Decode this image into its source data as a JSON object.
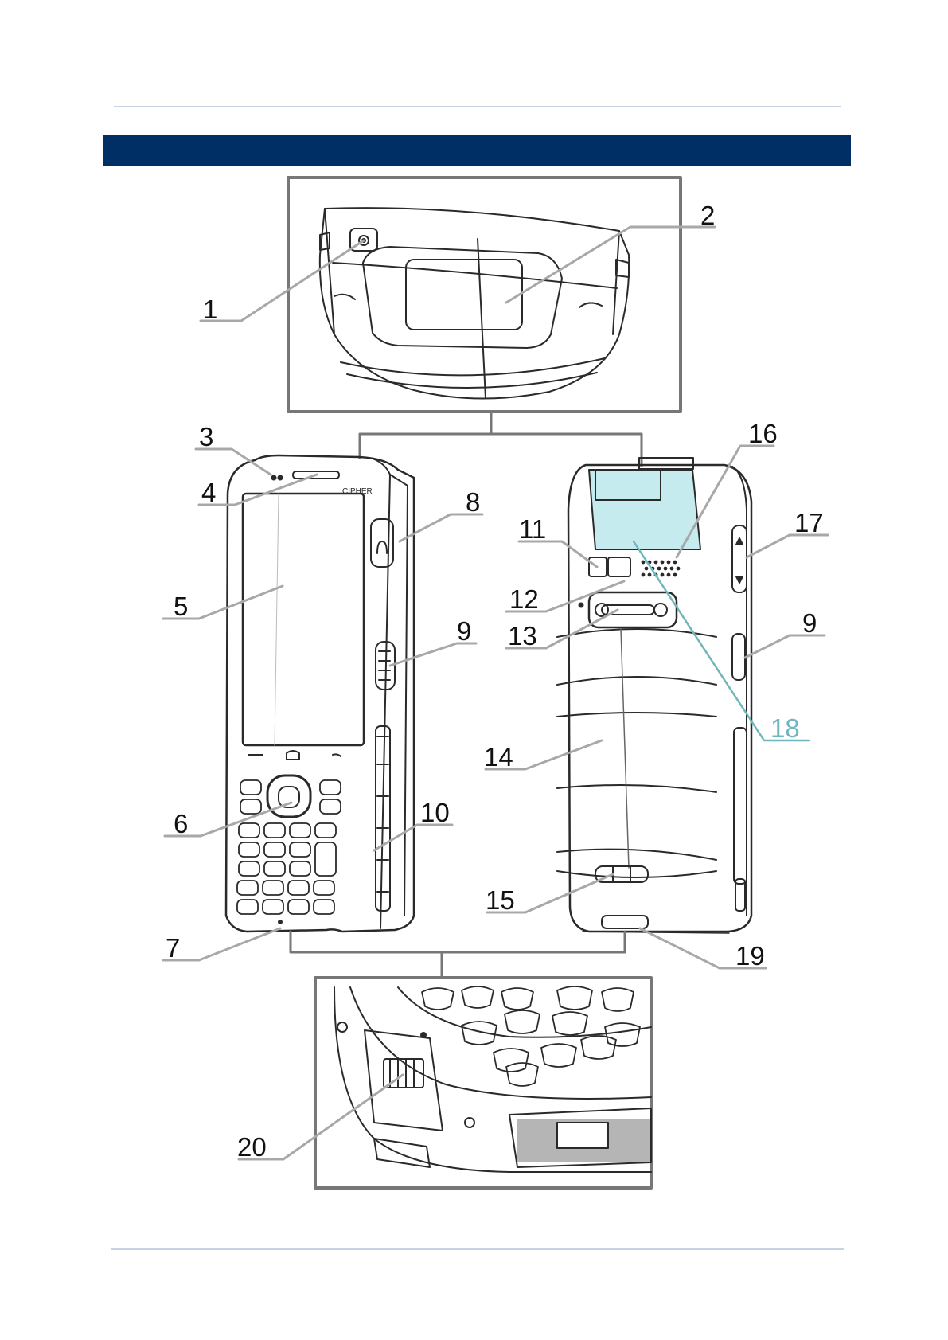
{
  "header": {
    "title": ""
  },
  "colors": {
    "header_bar": "#002f66",
    "highlight": "#6fb7bd",
    "leader": "#a8a8a8"
  },
  "figure": {
    "callouts": [
      {
        "id": "c1",
        "label": "1"
      },
      {
        "id": "c2",
        "label": "2"
      },
      {
        "id": "c3",
        "label": "3"
      },
      {
        "id": "c4",
        "label": "4"
      },
      {
        "id": "c5",
        "label": "5"
      },
      {
        "id": "c6",
        "label": "6"
      },
      {
        "id": "c7",
        "label": "7"
      },
      {
        "id": "c8",
        "label": "8"
      },
      {
        "id": "c9a",
        "label": "9"
      },
      {
        "id": "c10",
        "label": "10"
      },
      {
        "id": "c11",
        "label": "11"
      },
      {
        "id": "c12",
        "label": "12"
      },
      {
        "id": "c13",
        "label": "13"
      },
      {
        "id": "c14",
        "label": "14"
      },
      {
        "id": "c15",
        "label": "15"
      },
      {
        "id": "c16",
        "label": "16"
      },
      {
        "id": "c17",
        "label": "17"
      },
      {
        "id": "c9b",
        "label": "9"
      },
      {
        "id": "c18",
        "label": "18",
        "highlight": true
      },
      {
        "id": "c19",
        "label": "19"
      },
      {
        "id": "c20",
        "label": "20"
      }
    ]
  }
}
